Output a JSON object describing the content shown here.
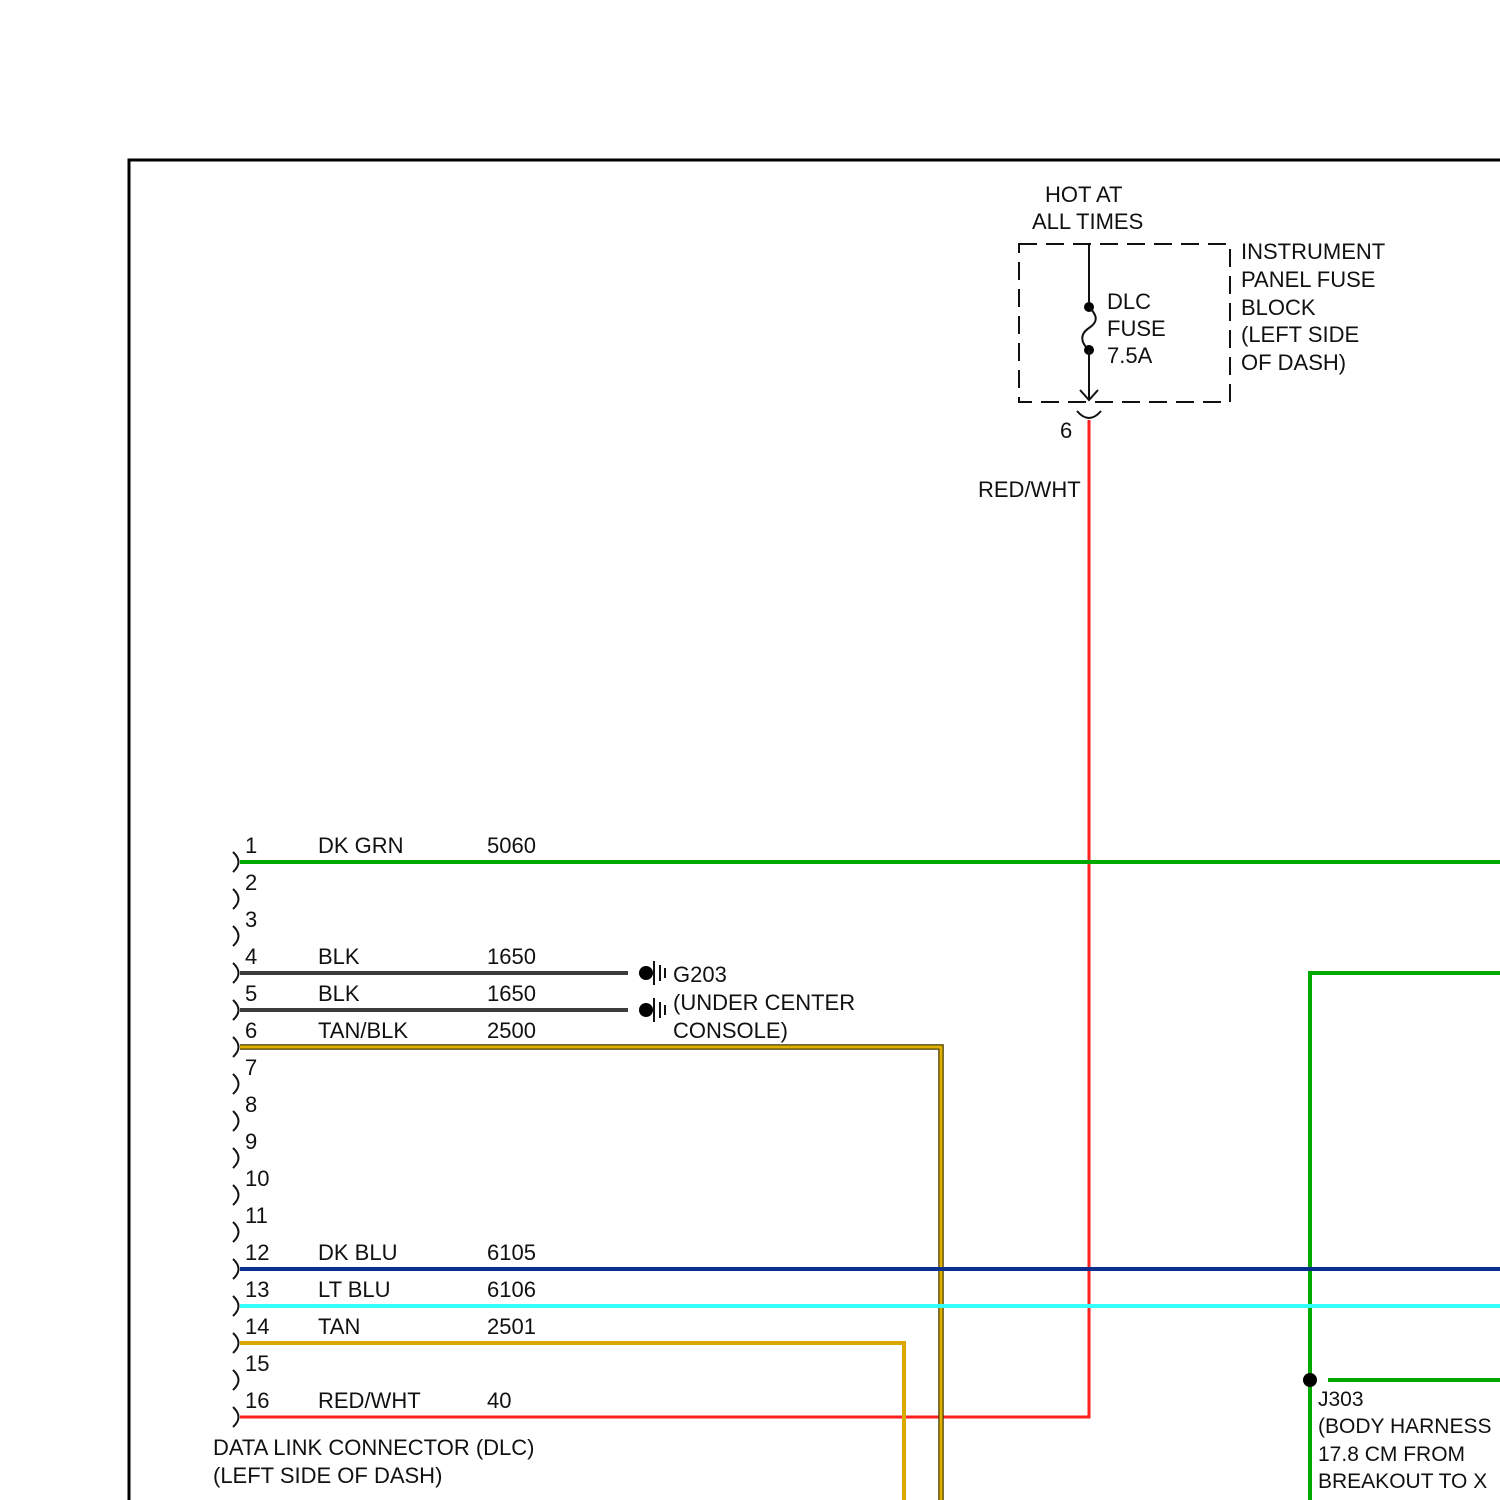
{
  "fuse_block": {
    "power_label": [
      "HOT AT",
      "ALL TIMES"
    ],
    "fuse_label": [
      "DLC",
      "FUSE",
      "7.5A"
    ],
    "block_label": [
      "INSTRUMENT",
      "PANEL FUSE",
      "BLOCK",
      "(LEFT SIDE",
      "OF DASH)"
    ],
    "terminal": "6",
    "wire_label": "RED/WHT"
  },
  "dlc": {
    "caption": [
      "DATA LINK CONNECTOR (DLC)",
      "(LEFT SIDE OF DASH)"
    ],
    "pins": [
      {
        "pin": "1",
        "wire": "DK GRN",
        "circuit": "5060"
      },
      {
        "pin": "2"
      },
      {
        "pin": "3"
      },
      {
        "pin": "4",
        "wire": "BLK",
        "circuit": "1650"
      },
      {
        "pin": "5",
        "wire": "BLK",
        "circuit": "1650"
      },
      {
        "pin": "6",
        "wire": "TAN/BLK",
        "circuit": "2500"
      },
      {
        "pin": "7"
      },
      {
        "pin": "8"
      },
      {
        "pin": "9"
      },
      {
        "pin": "10"
      },
      {
        "pin": "11"
      },
      {
        "pin": "12",
        "wire": "DK BLU",
        "circuit": "6105"
      },
      {
        "pin": "13",
        "wire": "LT BLU",
        "circuit": "6106"
      },
      {
        "pin": "14",
        "wire": "TAN",
        "circuit": "2501"
      },
      {
        "pin": "15"
      },
      {
        "pin": "16",
        "wire": "RED/WHT",
        "circuit": "40"
      }
    ]
  },
  "ground": {
    "label": [
      "G203",
      "(UNDER CENTER",
      "CONSOLE)"
    ]
  },
  "splice": {
    "label": [
      "J303",
      "(BODY HARNESS",
      "17.8 CM FROM",
      "BREAKOUT TO X"
    ]
  },
  "wire_colors": {
    "dk_grn": "#00a800",
    "blk": "#3c3c3c",
    "tan_blk": "#e0b000",
    "dk_blu": "#0b2f8f",
    "lt_blu": "#33ffff",
    "tan": "#dba800",
    "red_wht": "#ff1f1f"
  }
}
